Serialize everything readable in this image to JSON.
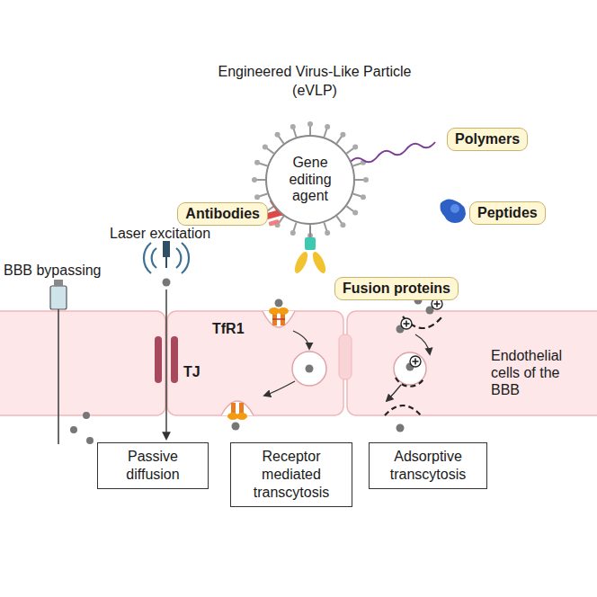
{
  "diagram": {
    "title": "Engineered Virus-Like Particle (eVLP)",
    "nodes": [
      {
        "text": [
          "Polymers"
        ]
      },
      {
        "text": [
          "Gene editing agent"
        ]
      },
      {
        "text": [
          "Antibodies"
        ]
      },
      {
        "text": [
          "Peptides"
        ]
      },
      {
        "text": [
          "Fusion proteins"
        ]
      },
      {
        "text": [
          "Passive diffusion"
        ]
      },
      {
        "text": [
          "Receptor mediated transcytosis"
        ]
      },
      {
        "text": [
          "Adsorptive transcytosis"
        ]
      }
    ],
    "labels": [
      "Laser excitation",
      "BBB bypassing",
      "TfR1",
      "TJ",
      "Endothelial cells of the BBB"
    ]
  }
}
